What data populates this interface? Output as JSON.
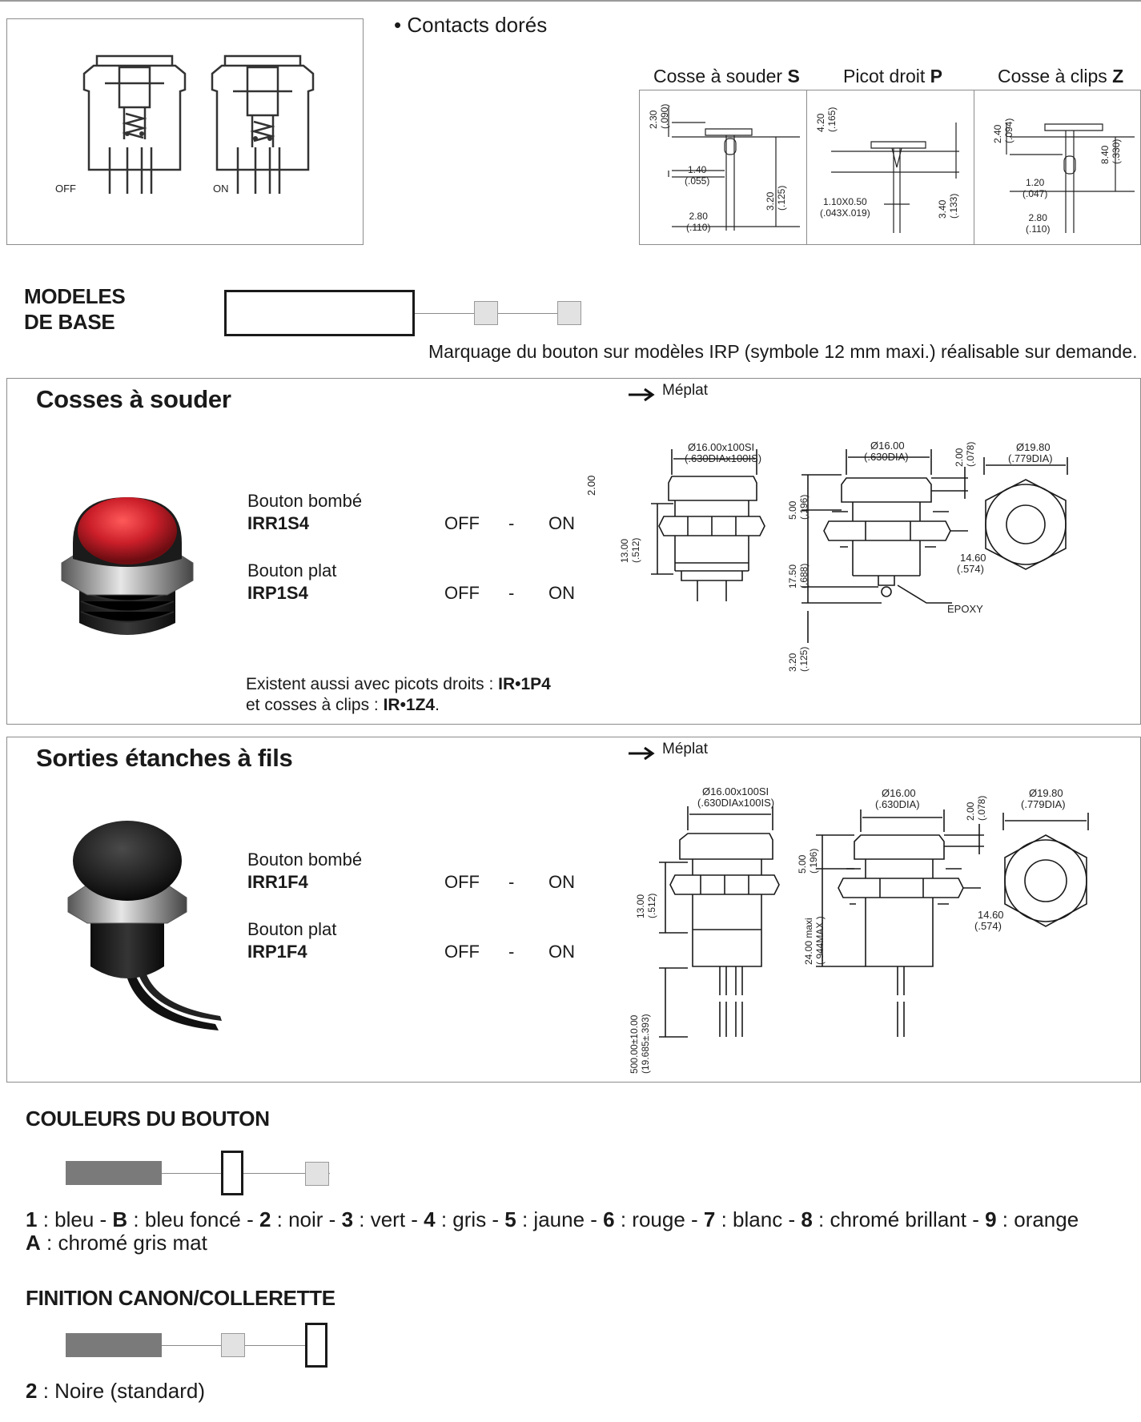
{
  "top": {
    "bullet": "• Contacts dorés",
    "mech_labels": {
      "off": "OFF",
      "on": "ON"
    },
    "terminals": [
      {
        "name": "Cosse à souder",
        "code": "S",
        "dims": {
          "a": "2.30",
          "a_in": "(.090)",
          "b": "1.40",
          "b_in": "(.055)",
          "c": "3.20",
          "c_in": "(.125)",
          "d": "2.80",
          "d_in": "(.110)"
        }
      },
      {
        "name": "Picot droit",
        "code": "P",
        "dims": {
          "a": "4.20",
          "a_in": "(.165)",
          "b": "1.10X0.50",
          "b_in": "(.043X.019)",
          "c": "3.40",
          "c_in": "(.133)"
        }
      },
      {
        "name": "Cosse à clips",
        "code": "Z",
        "dims": {
          "a": "2.40",
          "a_in": "(.094)",
          "b": "1.20",
          "b_in": "(.047)",
          "c": "8.40",
          "c_in": "(.330)",
          "d": "2.80",
          "d_in": "(.110)"
        }
      }
    ]
  },
  "modeles": {
    "title_line1": "MODELES",
    "title_line2": "DE BASE",
    "note": "Marquage du bouton sur modèles IRP (symbole 12 mm maxi.) réalisable sur demande."
  },
  "section1": {
    "title": "Cosses à souder",
    "meplat": "Méplat",
    "products": [
      {
        "desc": "Bouton bombé",
        "code": "IRR1S4",
        "state_off": "OFF",
        "dash": "-",
        "state_on": "ON"
      },
      {
        "desc": "Bouton plat",
        "code": "IRP1S4",
        "state_off": "OFF",
        "dash": "-",
        "state_on": "ON"
      }
    ],
    "also_line1_text": "Existent aussi avec picots droits : ",
    "also_line1_code": "IR•1P4",
    "also_line2_text": "et cosses à clips : ",
    "also_line2_code": "IR•1Z4",
    "also_line2_end": ".",
    "dims": {
      "d1": "Ø16.00x100SI",
      "d1_in": "(.630DIAx100IS)",
      "d2": "Ø16.00",
      "d2_in": "(.630DIA)",
      "d3": "Ø19.80",
      "d3_in": "(.779DIA)",
      "h1": "13.00",
      "h1_in": "(.512)",
      "h2": "5.00",
      "h2_in": "(.196)",
      "h3": "17.50",
      "h3_in": "(.688)",
      "h4": "3.20",
      "h4_in": "(.125)",
      "t1": "2.00",
      "t1_in": "(.078)",
      "w1": "14.60",
      "w1_in": "(.574)",
      "epoxy": "EPOXY"
    },
    "button_color": "#cc1f2a"
  },
  "section2": {
    "title": "Sorties étanches à fils",
    "meplat": "Méplat",
    "products": [
      {
        "desc": "Bouton bombé",
        "code": "IRR1F4",
        "state_off": "OFF",
        "dash": "-",
        "state_on": "ON"
      },
      {
        "desc": "Bouton plat",
        "code": "IRP1F4",
        "state_off": "OFF",
        "dash": "-",
        "state_on": "ON"
      }
    ],
    "dims": {
      "d1": "Ø16.00x100SI",
      "d1_in": "(.630DIAx100IS)",
      "d2": "Ø16.00",
      "d2_in": "(.630DIA)",
      "d3": "Ø19.80",
      "d3_in": "(.779DIA)",
      "h1": "13.00",
      "h1_in": "(.512)",
      "h2": "5.00",
      "h2_in": "(.196)",
      "h3": "24.00 maxi",
      "h3_in": "(.944MAX.)",
      "h4": "500.00±10.00",
      "h4_in": "(19.685±.393)",
      "t1": "2.00",
      "t1_in": "(.078)",
      "w1": "14.60",
      "w1_in": "(.574)"
    },
    "button_color": "#1e1e1e"
  },
  "couleurs": {
    "title": "COULEURS DU BOUTON",
    "line1": [
      {
        "k": "1",
        "v": " : bleu - "
      },
      {
        "k": "B",
        "v": " : bleu foncé - "
      },
      {
        "k": "2",
        "v": " : noir - "
      },
      {
        "k": "3",
        "v": " : vert - "
      },
      {
        "k": "4",
        "v": " : gris - "
      },
      {
        "k": "5",
        "v": " : jaune - "
      },
      {
        "k": "6",
        "v": " : rouge - "
      },
      {
        "k": "7",
        "v": " : blanc - "
      },
      {
        "k": "8",
        "v": " : chromé brillant - "
      },
      {
        "k": "9",
        "v": " : orange"
      }
    ],
    "line2": [
      {
        "k": "A",
        "v": " : chromé gris mat"
      }
    ]
  },
  "finition": {
    "title": "FINITION CANON/COLLERETTE",
    "line": [
      {
        "k": "2",
        "v": " : Noire (standard)"
      }
    ]
  }
}
